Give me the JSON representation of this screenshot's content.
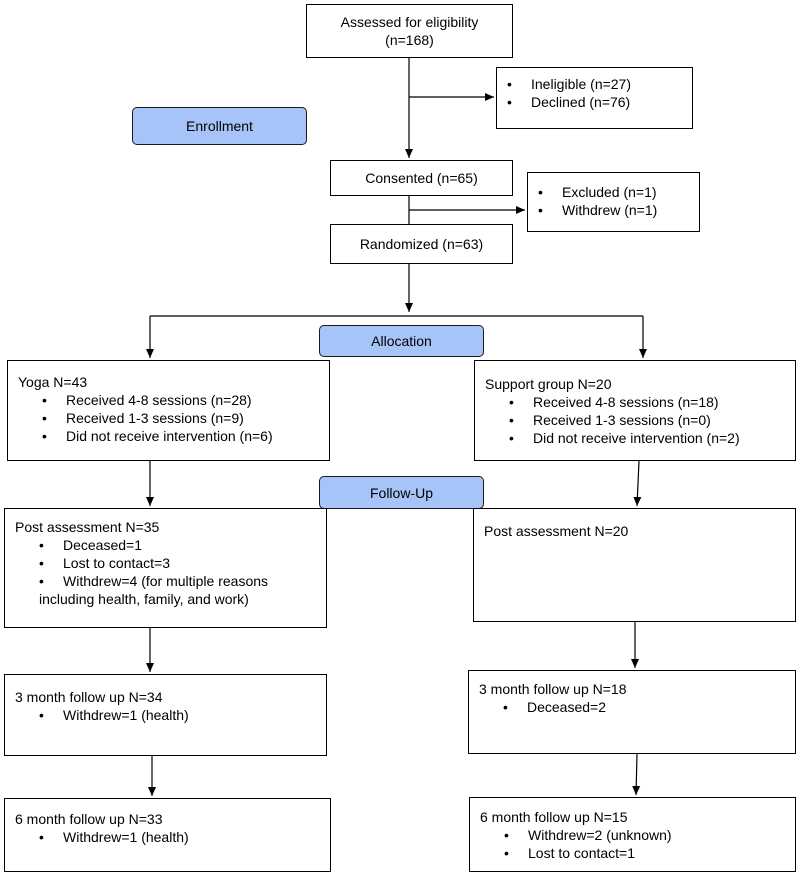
{
  "tags": {
    "enrollment": "Enrollment",
    "allocation": "Allocation",
    "followup": "Follow-Up"
  },
  "assessed": {
    "line1": "Assessed for eligibility",
    "line2": "(n=168)"
  },
  "excluded_top": {
    "items": [
      "Ineligible (n=27)",
      "Declined (n=76)"
    ]
  },
  "consented": "Consented (n=65)",
  "excluded_mid": {
    "items": [
      "Excluded (n=1)",
      "Withdrew (n=1)"
    ]
  },
  "randomized": "Randomized (n=63)",
  "yoga": {
    "title": "Yoga N=43",
    "items": [
      "Received 4-8 sessions (n=28)",
      "Received 1-3 sessions (n=9)",
      "Did not receive intervention (n=6)"
    ]
  },
  "support": {
    "title": "Support group N=20",
    "items": [
      "Received 4-8 sessions (n=18)",
      "Received 1-3 sessions (n=0)",
      "Did not receive intervention (n=2)"
    ]
  },
  "yoga_post": {
    "title": "Post assessment N=35",
    "items": [
      "Deceased=1",
      "Lost to contact=3"
    ],
    "withdrew_line1": "Withdrew=4 (for multiple reasons",
    "withdrew_line2": "including health, family, and work)"
  },
  "support_post": {
    "title": "Post assessment N=20"
  },
  "yoga_3m": {
    "title": "3 month follow up N=34",
    "items": [
      "Withdrew=1 (health)"
    ]
  },
  "support_3m": {
    "title": "3 month follow up N=18",
    "items": [
      "Deceased=2"
    ]
  },
  "yoga_6m": {
    "title": "6 month follow up N=33",
    "items": [
      "Withdrew=1 (health)"
    ]
  },
  "support_6m": {
    "title": "6 month follow up N=15",
    "items": [
      "Withdrew=2 (unknown)",
      "Lost to contact=1"
    ]
  }
}
